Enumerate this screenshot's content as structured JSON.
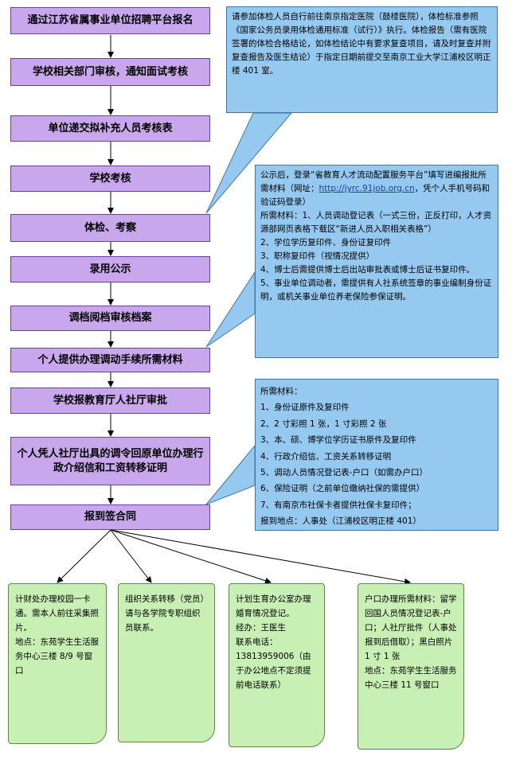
{
  "steps": [
    "通过江苏省属事业单位招聘平台报名",
    "学校相关部门审核，通知面试考核",
    "单位递交拟补充人员考核表",
    "学校考核",
    "体检、考察",
    "录用公示",
    "调档阅档审核档案",
    "个人提供办理调动手续所需材料",
    "学校报教育厅人社厅审批",
    "个人凭人社厅出具的调令回原单位办理行政介绍信和工资转移证明",
    "报到签合同"
  ],
  "note1": "请参加体检人员自行前往南京指定医院（鼓楼医院），体检标准参照《国家公务员录用体检通用标准（试行）》执行。体检报告（需有医院签署的体检合格结论，如体检结论中有要求复查项目，请及时复查并附复查报告及医生结论）于指定日期前提交至南京工业大学江浦校区明正楼 401 室。",
  "note2": {
    "intro_before": "公示后，登录“省教育人才流动配置服务平台”填写进编报批所需材料（网址：",
    "url": "http://jyrc.91job.org.cn",
    "intro_after": "，凭个人手机号码和验证码登录）",
    "items": [
      "所需材料：1、人员调动登记表（一式三份，正反打印，人才资源部网页表格下载区“新进人员入职相关表格”）",
      "2、学位学历复印件、身份证复印件",
      "3、职称复印件（视情况提供）",
      "4、博士后需提供博士后出站审批表或博士后证书复印件。",
      "5、事业单位调动者，需提供有人社系统签章的事业编制身份证明，或机关事业单位养老保险参保证明。"
    ]
  },
  "note3": {
    "title": "所需材料：",
    "items": [
      "1、身份证原件及复印件",
      "2、2 寸彩照 1 张，1 寸彩照 2 张",
      "3、本、硕、博学位学历证书原件及复印件",
      "4、行政介绍信、工资关系转移证明",
      "5、调动人员情况登记表-户口（如需办户口）",
      "6、保险证明（之前单位缴纳社保的需提供）",
      "7、有南京市社保卡者提供社保卡复印件；",
      "报到地点：人事处（江浦校区明正楼 401）"
    ]
  },
  "leaves": [
    [
      "计财处办理校园一卡通。需本人前往采集照片。",
      "地点：东苑学生生活服务中心三楼 8/9 号窗口"
    ],
    [
      "组织关系转移（党员）请与各学院专职组织员联系。"
    ],
    [
      "计划生育办公室办理婚育情况登记。",
      "经办：王医生",
      "联系电话：13813959006（由于办公地点不定须提前电话联系）"
    ],
    [
      "户口办理所需材料：留学回国人员情况登记表-户口；人社厅批件（人事处报到后借取）；黑白照片 1 寸 1 张",
      "地点：东苑学生生活服务中心三楼 11 号窗口"
    ]
  ],
  "colors": {
    "step": "#c9a7ec",
    "note": "#96c9f0",
    "leaf": "#c8f0b4"
  }
}
